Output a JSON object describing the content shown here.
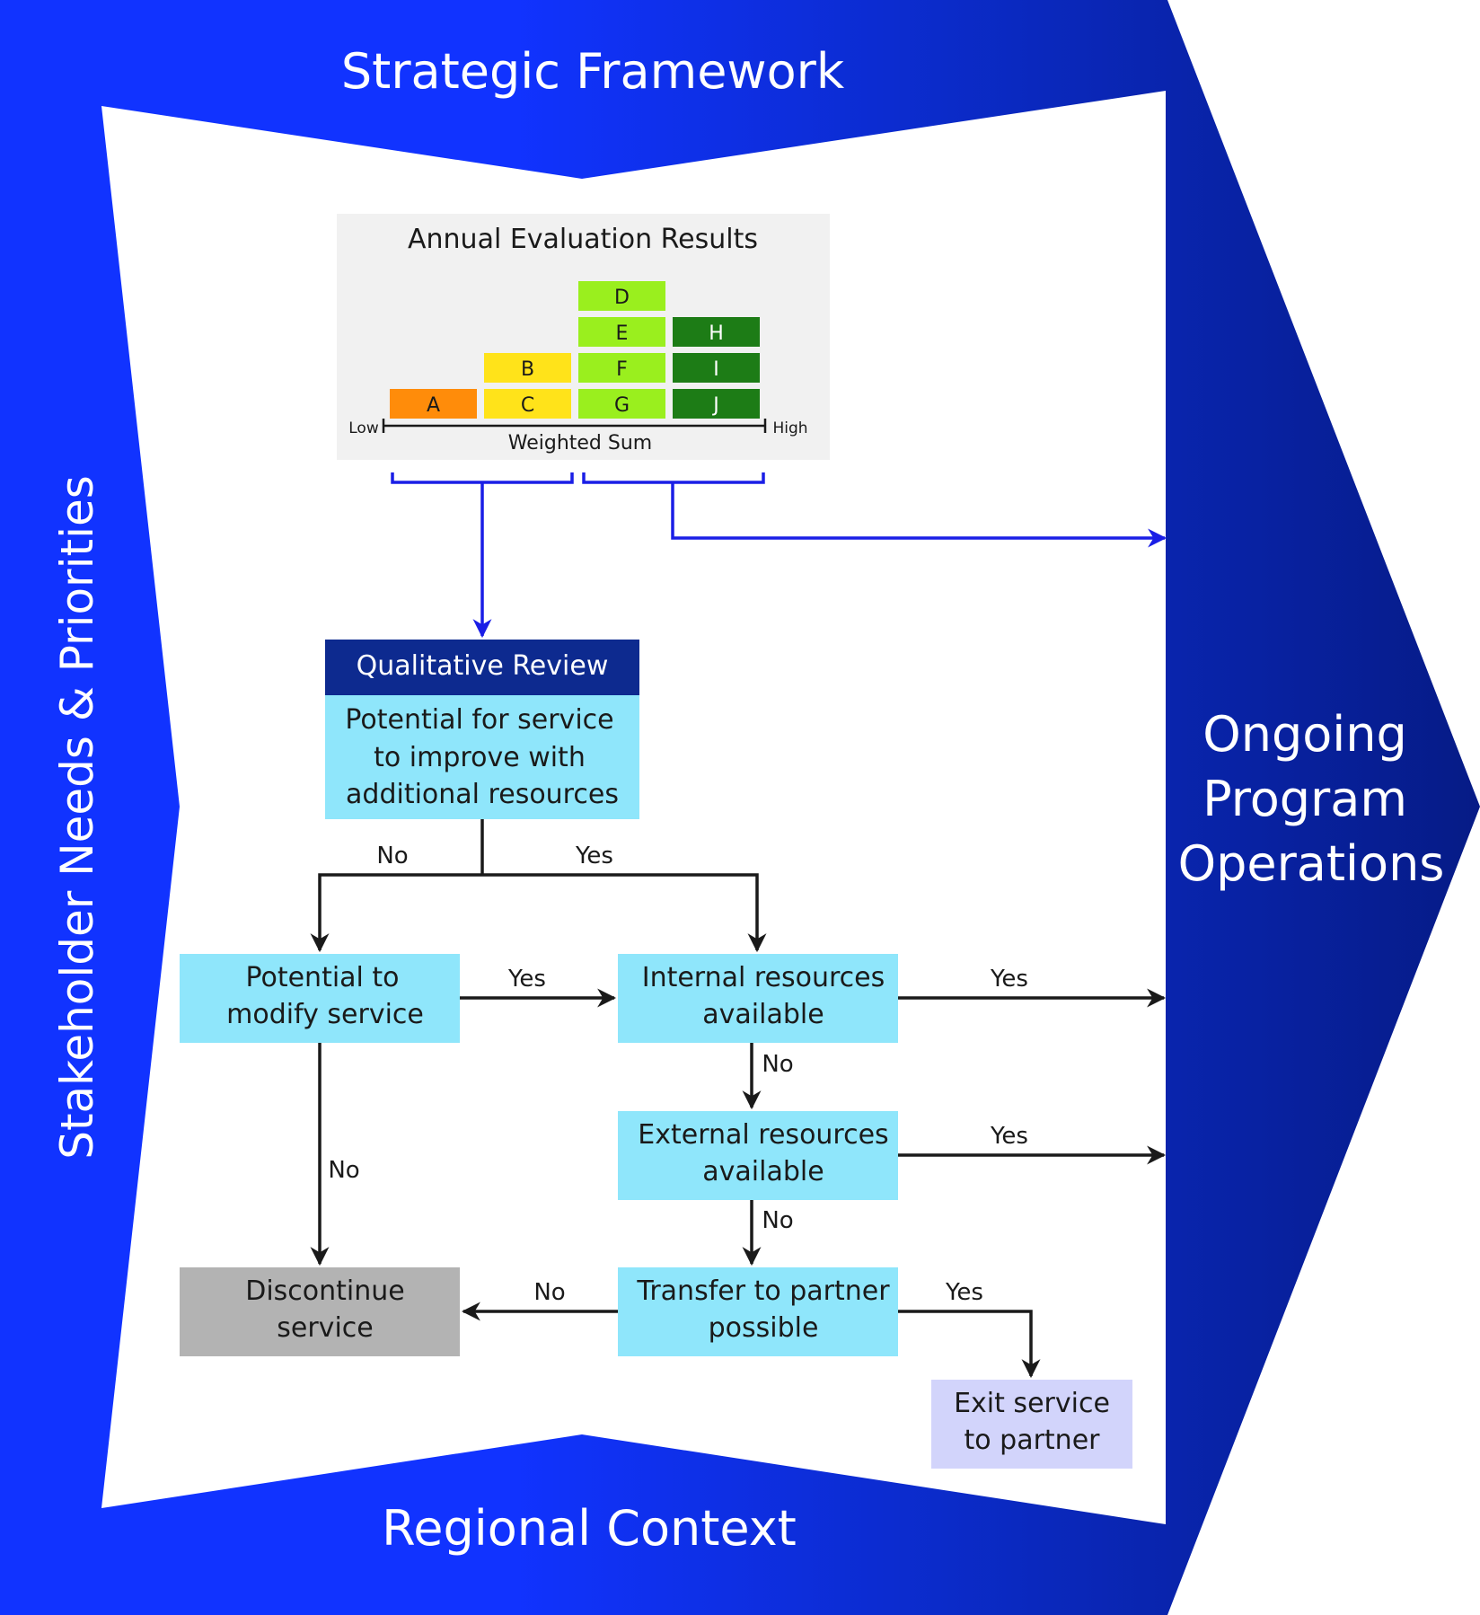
{
  "frame": {
    "top_label": "Strategic Framework",
    "bottom_label": "Regional Context",
    "left_label": "Stakeholder Needs & Priorities",
    "right_label_lines": [
      "Ongoing",
      "Program",
      "Operations"
    ]
  },
  "evaluation": {
    "title": "Annual Evaluation Results",
    "axis_low": "Low",
    "axis_high": "High",
    "axis_label": "Weighted Sum",
    "columns": [
      {
        "bars": [
          {
            "label": "A",
            "color": "#ff8c0a"
          }
        ]
      },
      {
        "bars": [
          {
            "label": "C",
            "color": "#ffe31a"
          },
          {
            "label": "B",
            "color": "#ffe31a"
          }
        ]
      },
      {
        "bars": [
          {
            "label": "G",
            "color": "#9aef1e"
          },
          {
            "label": "F",
            "color": "#9aef1e"
          },
          {
            "label": "E",
            "color": "#9aef1e"
          },
          {
            "label": "D",
            "color": "#9aef1e"
          }
        ]
      },
      {
        "bars": [
          {
            "label": "J",
            "color": "#1d7c16"
          },
          {
            "label": "I",
            "color": "#1d7c16"
          },
          {
            "label": "H",
            "color": "#1d7c16"
          }
        ]
      }
    ]
  },
  "review": {
    "header": "Qualitative Review",
    "body_lines": [
      "Potential for service",
      "to improve with",
      "additional resources"
    ]
  },
  "nodes": {
    "modify": [
      "Potential to",
      "modify service"
    ],
    "internal": [
      "Internal resources",
      "available"
    ],
    "external": [
      "External resources",
      "available"
    ],
    "transfer": [
      "Transfer to partner",
      "possible"
    ],
    "discontinue": [
      "Discontinue",
      "service"
    ],
    "exit": [
      "Exit service",
      "to partner"
    ]
  },
  "edges": {
    "review_no": "No",
    "review_yes": "Yes",
    "modify_yes": "Yes",
    "modify_no": "No",
    "internal_yes": "Yes",
    "internal_no": "No",
    "external_yes": "Yes",
    "external_no": "No",
    "transfer_no": "No",
    "transfer_yes": "Yes"
  },
  "colors": {
    "frame_blue": "#1133ff",
    "frame_dark": "#0a1f8a",
    "header_navy": "#0d2a8f",
    "node_fill": "#8fe6fb",
    "discontinue_fill": "#b3b3b3",
    "exit_fill": "#d2d4fb",
    "arrow_blue": "#1a1ee6"
  }
}
